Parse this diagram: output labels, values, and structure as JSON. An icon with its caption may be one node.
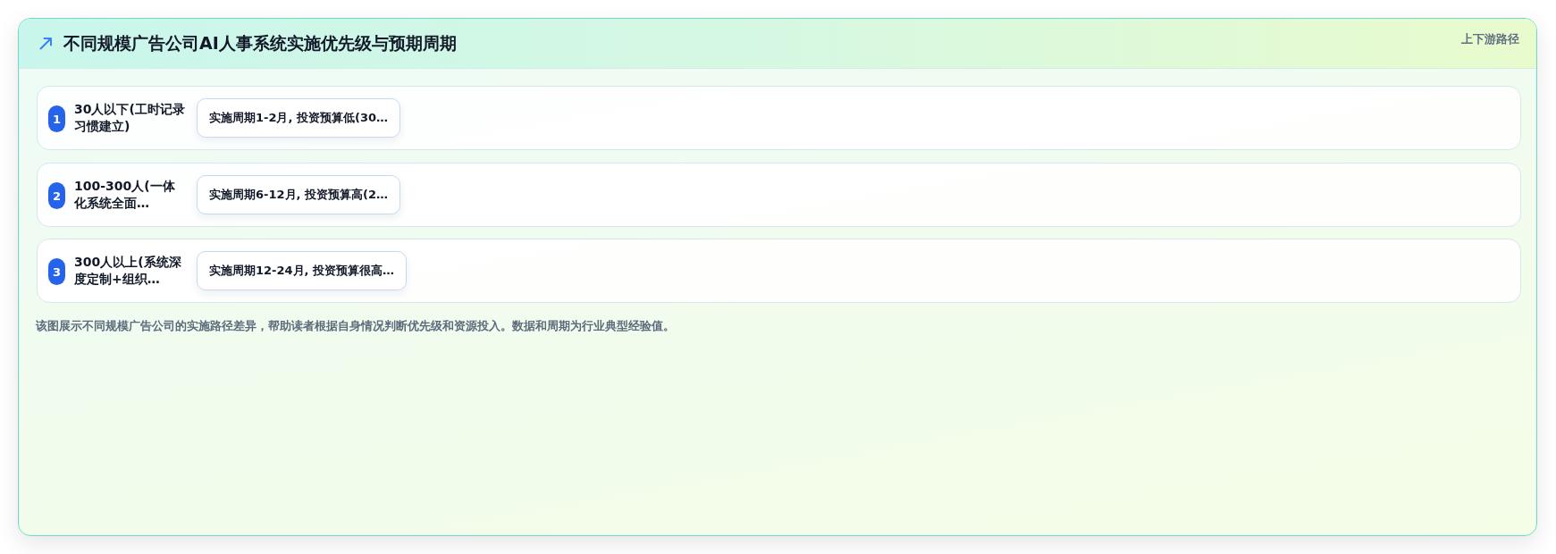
{
  "diagram": {
    "title": "不同规模广告公司AI人事系统实施优先级与预期周期",
    "caption": "该图展示不同规模广告公司的实施路径差异，帮助读者根据自身情况判断优先级和资源投入。数据和周期为行业典型经验值。",
    "nodes": [
      {
        "text": [
          "30人以下(工时记录习惯建立)"
        ]
      },
      {
        "text": [
          "1"
        ],
        "in": 0
      },
      {
        "text": [
          "实施周期1-2月, 投资预算低(30…"
        ],
        "in": 0
      },
      {
        "text": [
          "100-300人(一体化系统全面…"
        ]
      },
      {
        "text": [
          "2"
        ],
        "in": 3
      },
      {
        "text": [
          "实施周期6-12月, 投资预算高(2…"
        ],
        "in": 3
      },
      {
        "text": [
          "300人以上(系统深度定制+组织…"
        ]
      },
      {
        "text": [
          "3"
        ],
        "in": 6
      },
      {
        "text": [
          "实施周期12-24月, 投资预算很高…"
        ],
        "in": 6
      }
    ],
    "labels": [
      "上下游路径"
    ]
  }
}
